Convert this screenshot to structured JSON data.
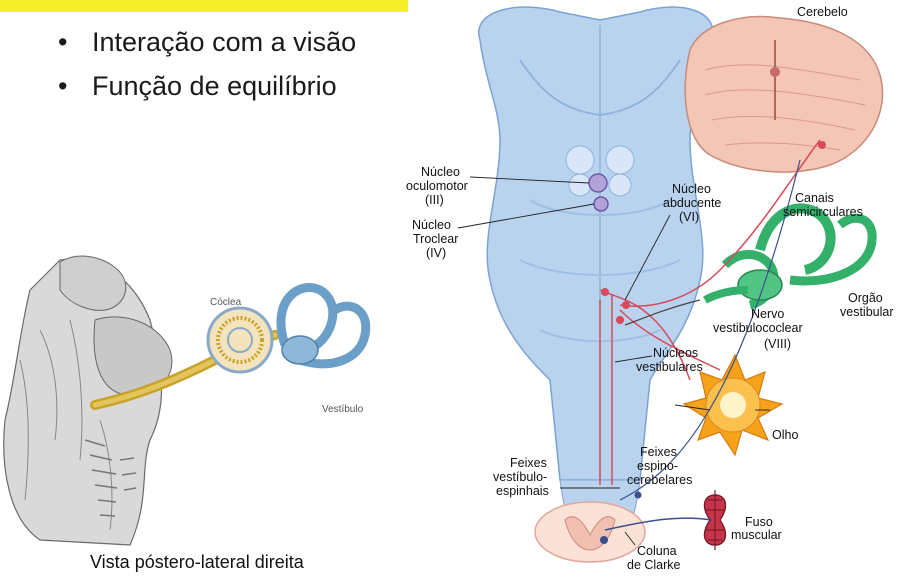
{
  "bullets": [
    {
      "text": "Interação com a visão"
    },
    {
      "text": "Função de equilíbrio"
    }
  ],
  "bullet_glyph": "•",
  "left_figure": {
    "labels": {
      "cochlea": "Cóclea",
      "vestibule": "Vestíbulo"
    },
    "caption": "Vista póstero-lateral direita"
  },
  "right_figure": {
    "labels": {
      "cerebellum": "Cerebelo",
      "oculomotor": [
        "Núcleo",
        "oculomotor",
        "(III)"
      ],
      "trochlear": [
        "Núcleo",
        "Troclear",
        "(IV)"
      ],
      "abducens": [
        "Núcleo",
        "abducente",
        "(VI)"
      ],
      "canals": [
        "Canais",
        "semicirculares"
      ],
      "vestibular_organ": [
        "Orgão",
        "vestibular"
      ],
      "nerve": [
        "Nervo",
        "vestibulococlear",
        "(VIII)"
      ],
      "nuclei": [
        "Núcleos",
        "vestibulares"
      ],
      "eye": "Olho",
      "vestibulospinal": [
        "Feixes",
        "vestíbulo-",
        "espinhais"
      ],
      "spinocerebellar": [
        "Feixes",
        "espino-",
        "cerebelares"
      ],
      "spindle": [
        "Fuso",
        "muscular"
      ],
      "clarke": [
        "Coluna",
        "de Clarke"
      ]
    }
  },
  "colors": {
    "highlight": "#f6ee2b",
    "brainstem": "#b9d3ef",
    "cerebellum": "#f4c6b6",
    "canals": "#33b06a",
    "eye": "#f7a21b",
    "pathway": "#d84a5a",
    "nerve": "#c9a229"
  }
}
